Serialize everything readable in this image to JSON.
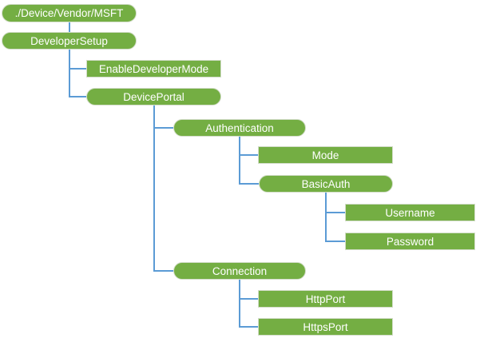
{
  "diagram": {
    "type": "tree",
    "description": "DevDetail CSP style node hierarchy diagram",
    "colors": {
      "node_fill": "#74ae43",
      "node_border": "#d3ddca",
      "connector": "#5b9bd5",
      "text": "#ffffff",
      "background": "#ffffff"
    },
    "nodes": [
      {
        "id": "root",
        "label": "./Device/Vendor/MSFT",
        "shape": "pill",
        "parent": null
      },
      {
        "id": "developer-setup",
        "label": "DeveloperSetup",
        "shape": "pill",
        "parent": "root"
      },
      {
        "id": "enable-developer-mode",
        "label": "EnableDeveloperMode",
        "shape": "rect",
        "parent": "developer-setup"
      },
      {
        "id": "device-portal",
        "label": "DevicePortal",
        "shape": "pill",
        "parent": "developer-setup"
      },
      {
        "id": "authentication",
        "label": "Authentication",
        "shape": "pill",
        "parent": "device-portal"
      },
      {
        "id": "mode",
        "label": "Mode",
        "shape": "rect",
        "parent": "authentication"
      },
      {
        "id": "basic-auth",
        "label": "BasicAuth",
        "shape": "pill",
        "parent": "authentication"
      },
      {
        "id": "username",
        "label": "Username",
        "shape": "rect",
        "parent": "basic-auth"
      },
      {
        "id": "password",
        "label": "Password",
        "shape": "rect",
        "parent": "basic-auth"
      },
      {
        "id": "connection",
        "label": "Connection",
        "shape": "pill",
        "parent": "device-portal"
      },
      {
        "id": "http-port",
        "label": "HttpPort",
        "shape": "rect",
        "parent": "connection"
      },
      {
        "id": "https-port",
        "label": "HttpsPort",
        "shape": "rect",
        "parent": "connection"
      }
    ]
  }
}
